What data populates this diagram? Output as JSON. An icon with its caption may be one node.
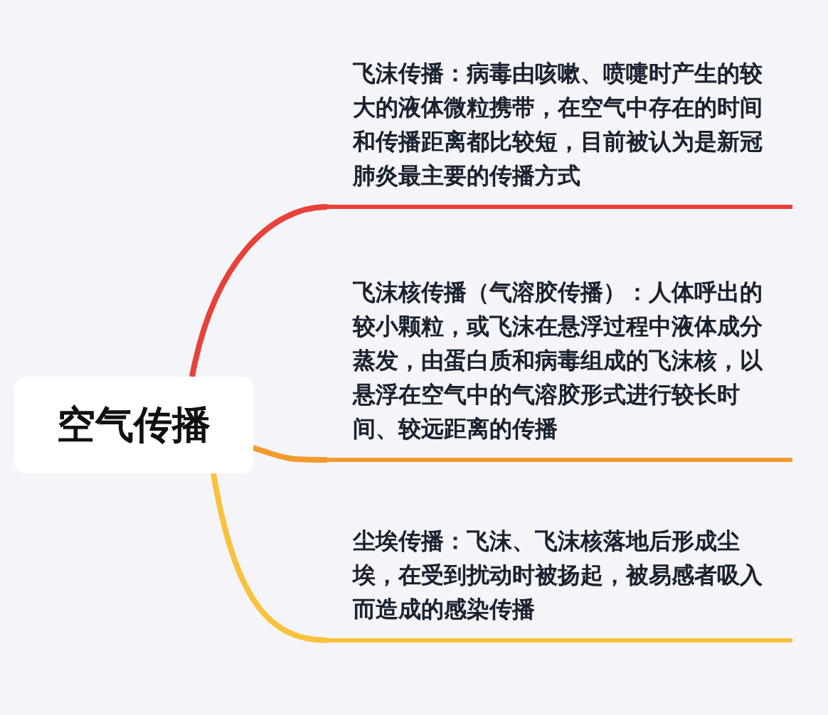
{
  "diagram": {
    "nodes": [
      {
        "text": [
          "空气传播"
        ]
      },
      {
        "text": [
          "飞沫传播：病毒由咳嗽、喷嚏时产生的较大的液体微粒携带，在空气中存在的时间和传播距离都比较短，目前被认为是新冠肺炎最主要的传播方式"
        ]
      },
      {
        "text": [
          "飞沫核传播（气溶胶传播）：人体呼出的较小颗粒，或飞沫在悬浮过程中液体成分蒸发，由蛋白质和病毒组成的飞沫核，以悬浮在空气中的气溶胶形式进行较长时间、较远距离的传播"
        ]
      },
      {
        "text": [
          "尘埃传播：飞沫、飞沫核落地后形成尘埃，在受到扰动时被扬起，被易感者吸入而造成的感染传播"
        ]
      }
    ],
    "edges": [
      {
        "from": 0,
        "to": 1,
        "arrow": "none",
        "color": "#e8413a"
      },
      {
        "from": 0,
        "to": 2,
        "arrow": "none",
        "color": "#f39a2e"
      },
      {
        "from": 0,
        "to": 3,
        "arrow": "none",
        "color": "#f9c23c"
      }
    ]
  }
}
